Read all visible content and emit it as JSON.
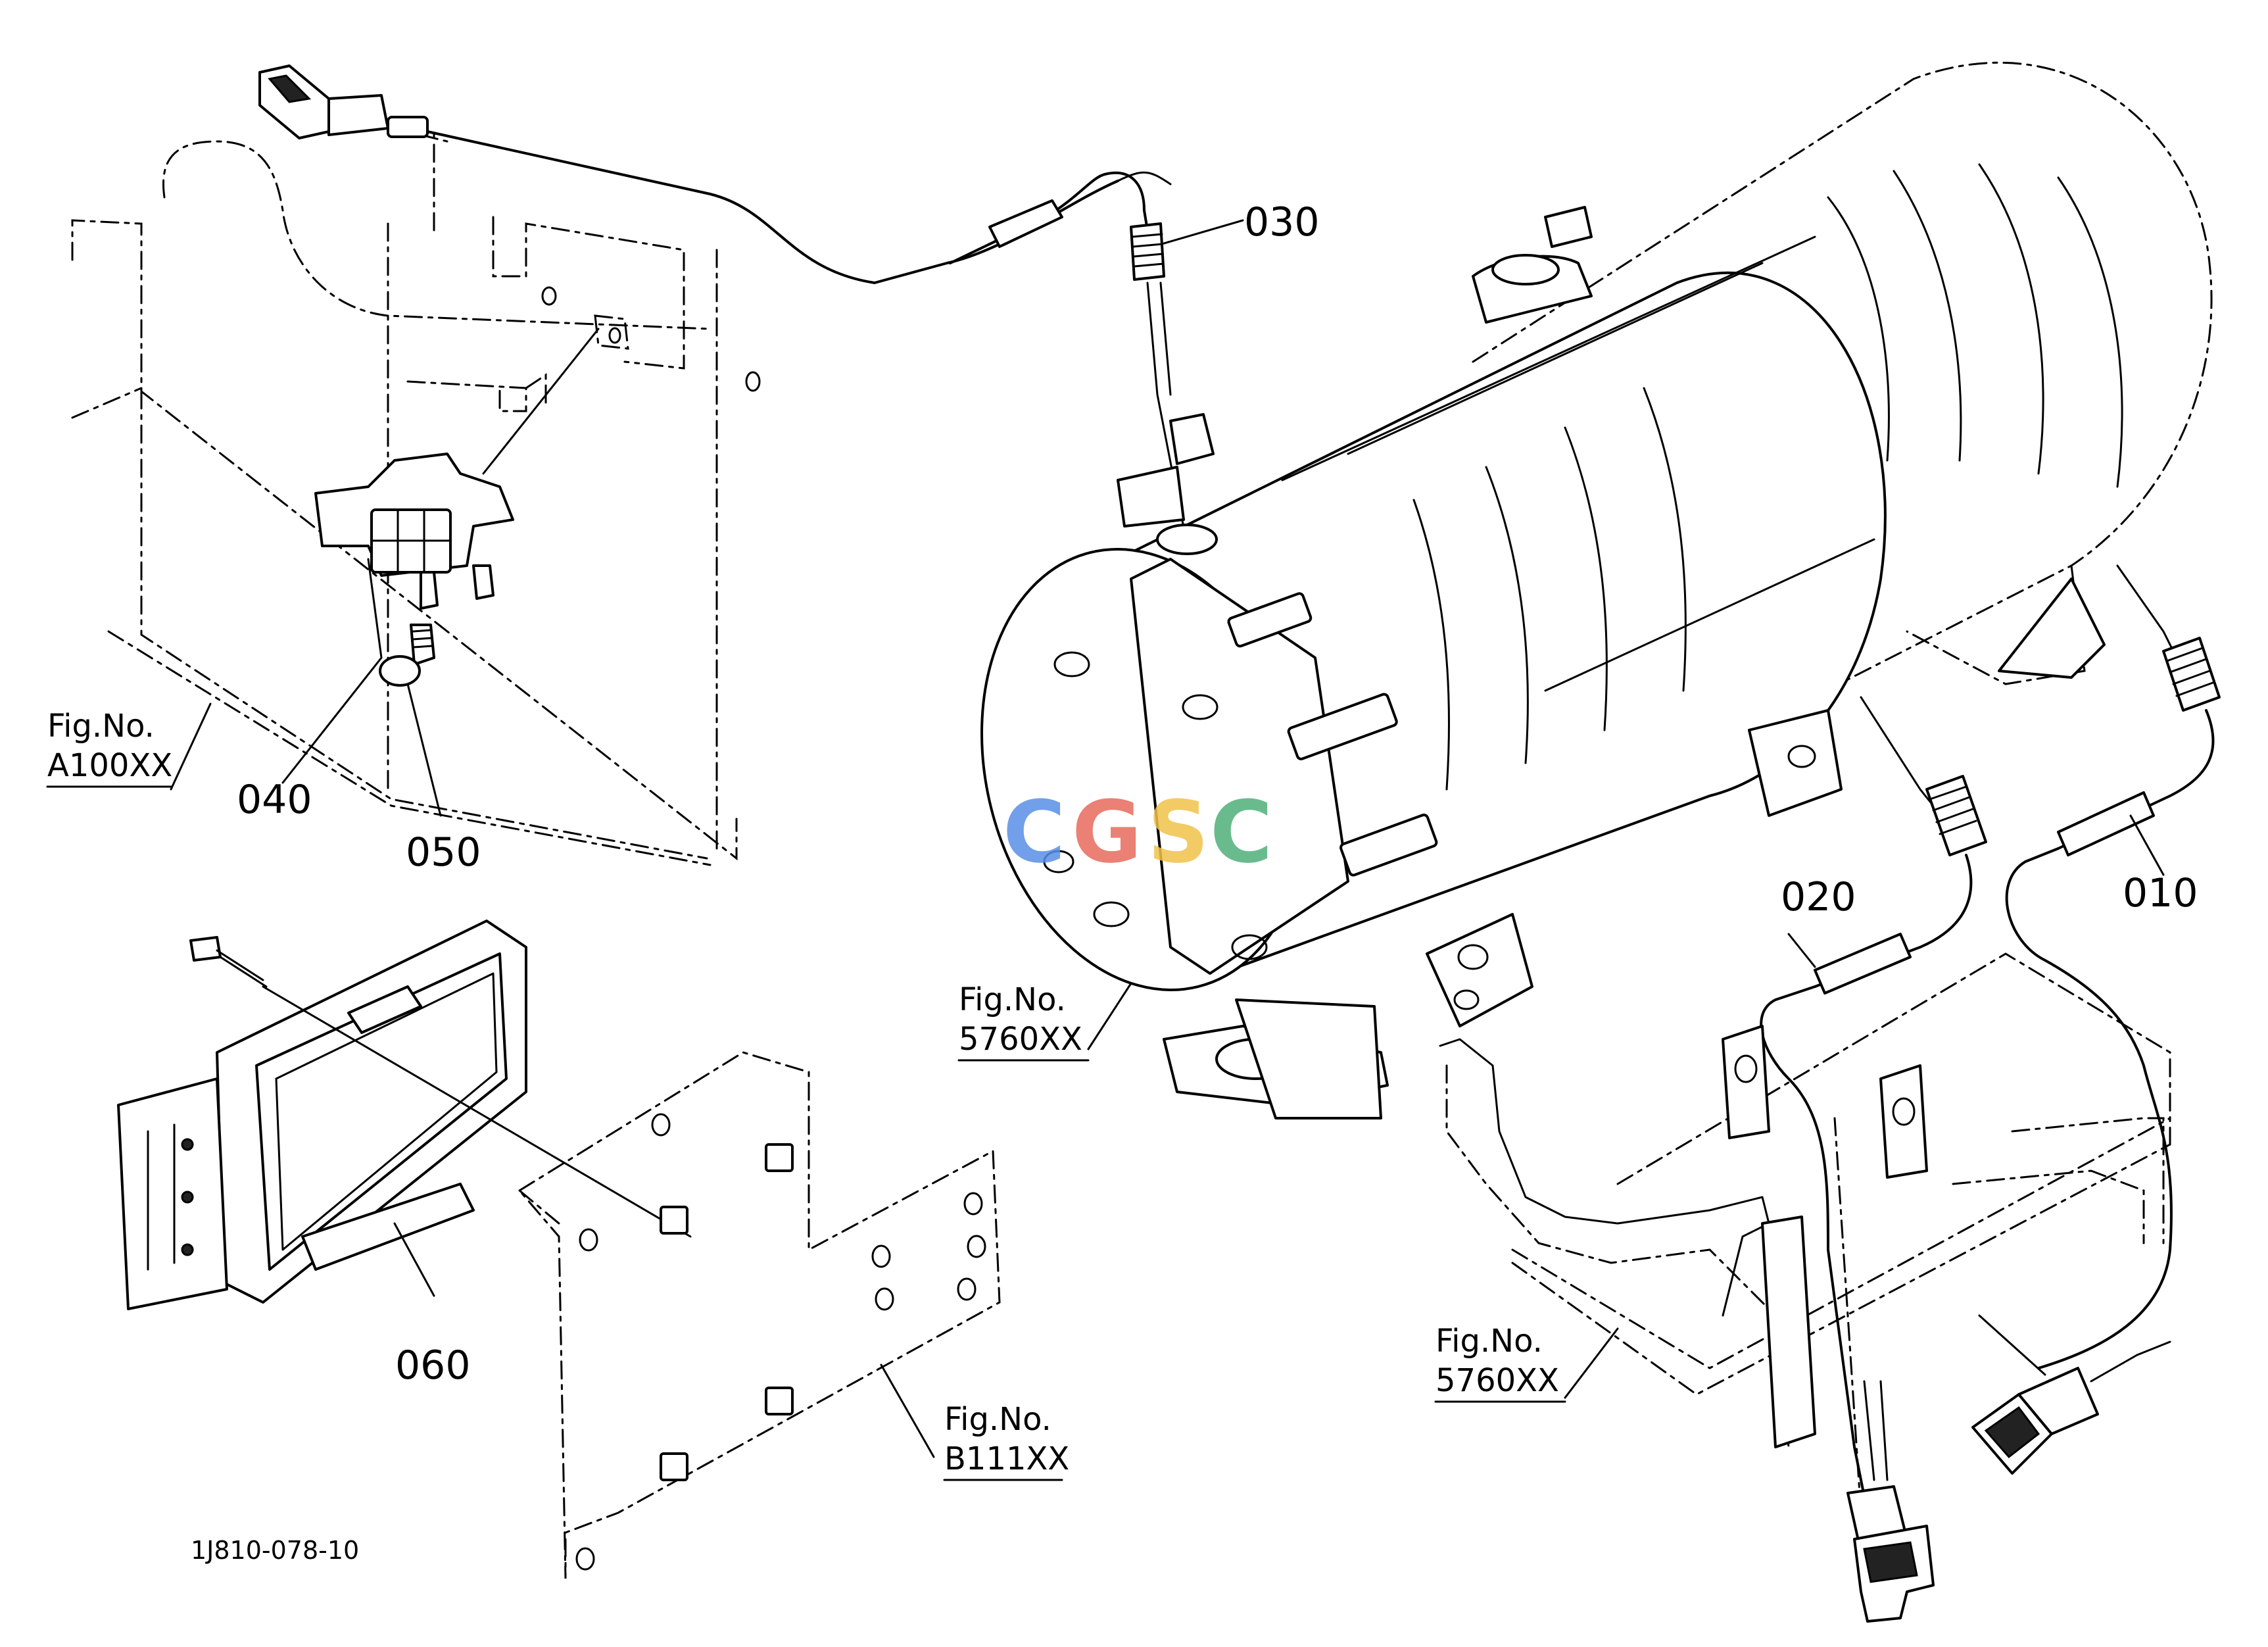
{
  "callouts": {
    "p010": "010",
    "p020": "020",
    "p030": "030",
    "p040": "040",
    "p050": "050",
    "p060": "060"
  },
  "references": {
    "a100": {
      "line1": "Fig.No.",
      "line2": "A100XX"
    },
    "b111": {
      "line1": "Fig.No.",
      "line2": "B111XX"
    },
    "dpf": {
      "line1": "Fig.No.",
      "line2": "5760XX"
    },
    "bracket": {
      "line1": "Fig.No.",
      "line2": "5760XX"
    }
  },
  "drawing_code": "1J810-078-10",
  "watermark": {
    "letters": [
      "C",
      "G",
      "S",
      "C"
    ],
    "colors": [
      "#5a8fe6",
      "#e86a5c",
      "#f2c24a",
      "#4fb07a"
    ]
  },
  "icons": {
    "sensor_010": "temperature-sensor-icon",
    "sensor_020": "temperature-sensor-icon",
    "sensor_030": "temperature-sensor-icon",
    "sensor_040": "differential-pressure-sensor-icon",
    "bolt_050": "bolt-icon",
    "ecu_060": "control-unit-icon"
  }
}
